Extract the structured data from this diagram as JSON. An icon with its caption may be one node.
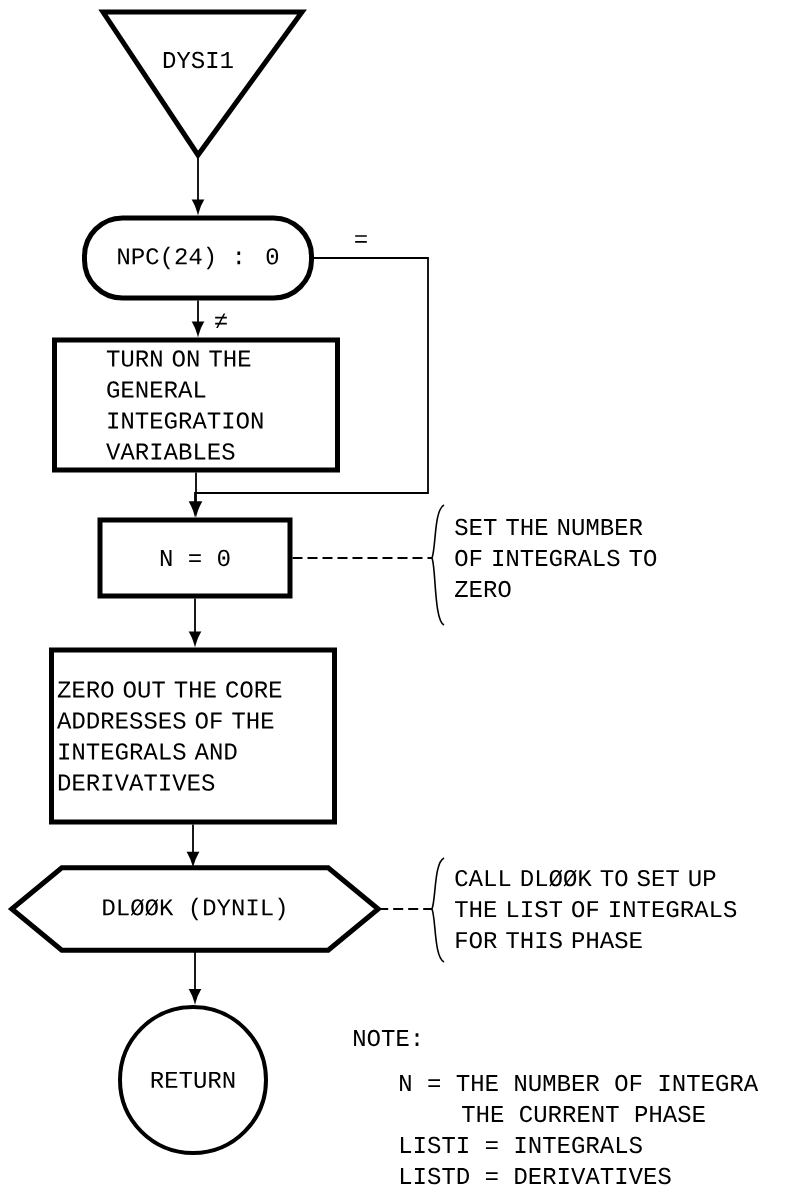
{
  "diagram": {
    "nodes": [
      {
        "text": [
          "DYSI1"
        ]
      },
      {
        "text": [
          "NPC(24) : 0"
        ]
      },
      {
        "text": [
          "TURN ON THE GENERAL INTEGRATION VARIABLES"
        ]
      },
      {
        "text": [
          "N = 0"
        ]
      },
      {
        "text": [
          "ZERO OUT THE CORE ADDRESSES OF THE INTEGRALS AND DERIVATIVES"
        ]
      },
      {
        "text": [
          "DLØØK (DYNIL)"
        ]
      },
      {
        "text": [
          "RETURN"
        ]
      },
      {
        "text": [
          "SET THE NUMBER OF INTEGRALS TO ZERO"
        ]
      },
      {
        "text": [
          "CALL DLØØK TO SET UP THE LIST OF INTEGRALS FOR THIS PHASE"
        ]
      }
    ],
    "edges": [
      {
        "from": 0,
        "to": 1,
        "arrow": "to"
      },
      {
        "from": 1,
        "to": 2,
        "arrow": "to",
        "label": "≠"
      },
      {
        "from": 1,
        "to": 3,
        "arrow": "to",
        "label": "="
      },
      {
        "from": 2,
        "to": 3,
        "arrow": "to"
      },
      {
        "from": 3,
        "to": 4,
        "arrow": "to"
      },
      {
        "from": 4,
        "to": 5,
        "arrow": "to"
      },
      {
        "from": 5,
        "to": 6,
        "arrow": "to"
      },
      {
        "from": 3,
        "to": 7,
        "arrow": "none",
        "style": "dashed"
      },
      {
        "from": 5,
        "to": 8,
        "arrow": "none",
        "style": "dashed"
      }
    ],
    "labels": [
      "NOTE:",
      "N = THE NUMBER OF INTEGRA",
      "THE CURRENT PHASE",
      "LISTI = INTEGRALS",
      "LISTD = DERIVATIVES"
    ]
  }
}
